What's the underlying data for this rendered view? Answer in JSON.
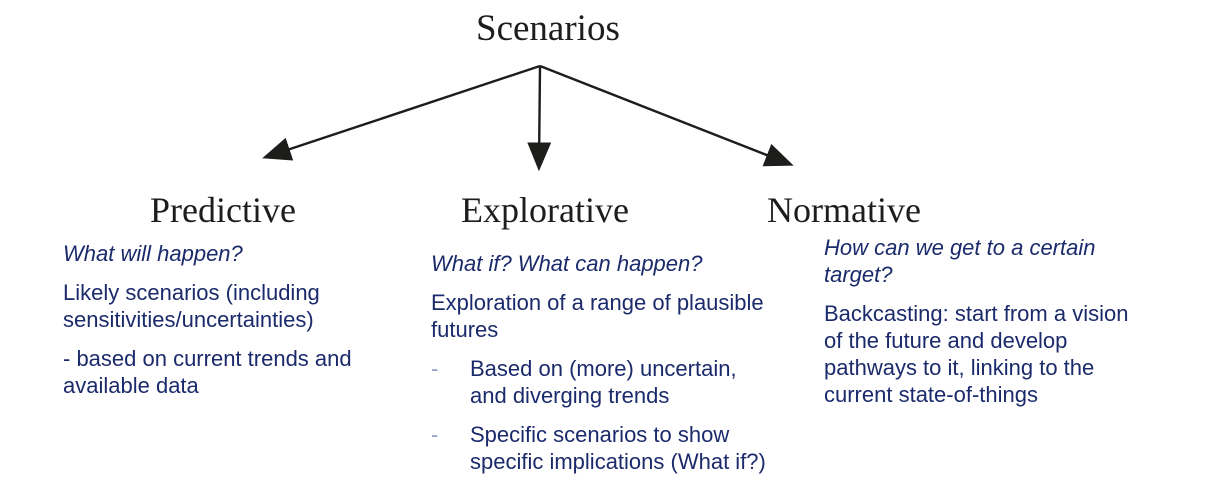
{
  "title": "Scenarios",
  "colors": {
    "body_text": "#1b2a6b",
    "heading_text": "#1d1d1b",
    "bullet_dash": "#95a0c6",
    "arrow": "#1d1d1b",
    "background": "#ffffff"
  },
  "branches": [
    {
      "heading": "Predictive",
      "question": "What will happen?",
      "paragraphs": [
        "Likely scenarios (including\nsensitivities/uncertainties)",
        "- based on current trends and\navailable data"
      ]
    },
    {
      "heading": "Explorative",
      "question": "What if? What can happen?",
      "paragraphs": [
        "Exploration of a range of plausible\nfutures"
      ],
      "bullets": [
        {
          "marker": "-",
          "text": "Based on (more) uncertain,\nand diverging trends"
        },
        {
          "marker": "-",
          "text": "Specific scenarios to show\nspecific implications (What if?)"
        }
      ]
    },
    {
      "heading": "Normative",
      "question": "How can we get to a certain\ntarget?",
      "paragraphs": [
        "Backcasting: start from a vision\nof the future and develop\npathways to it, linking to the\ncurrent state-of-things"
      ]
    }
  ]
}
